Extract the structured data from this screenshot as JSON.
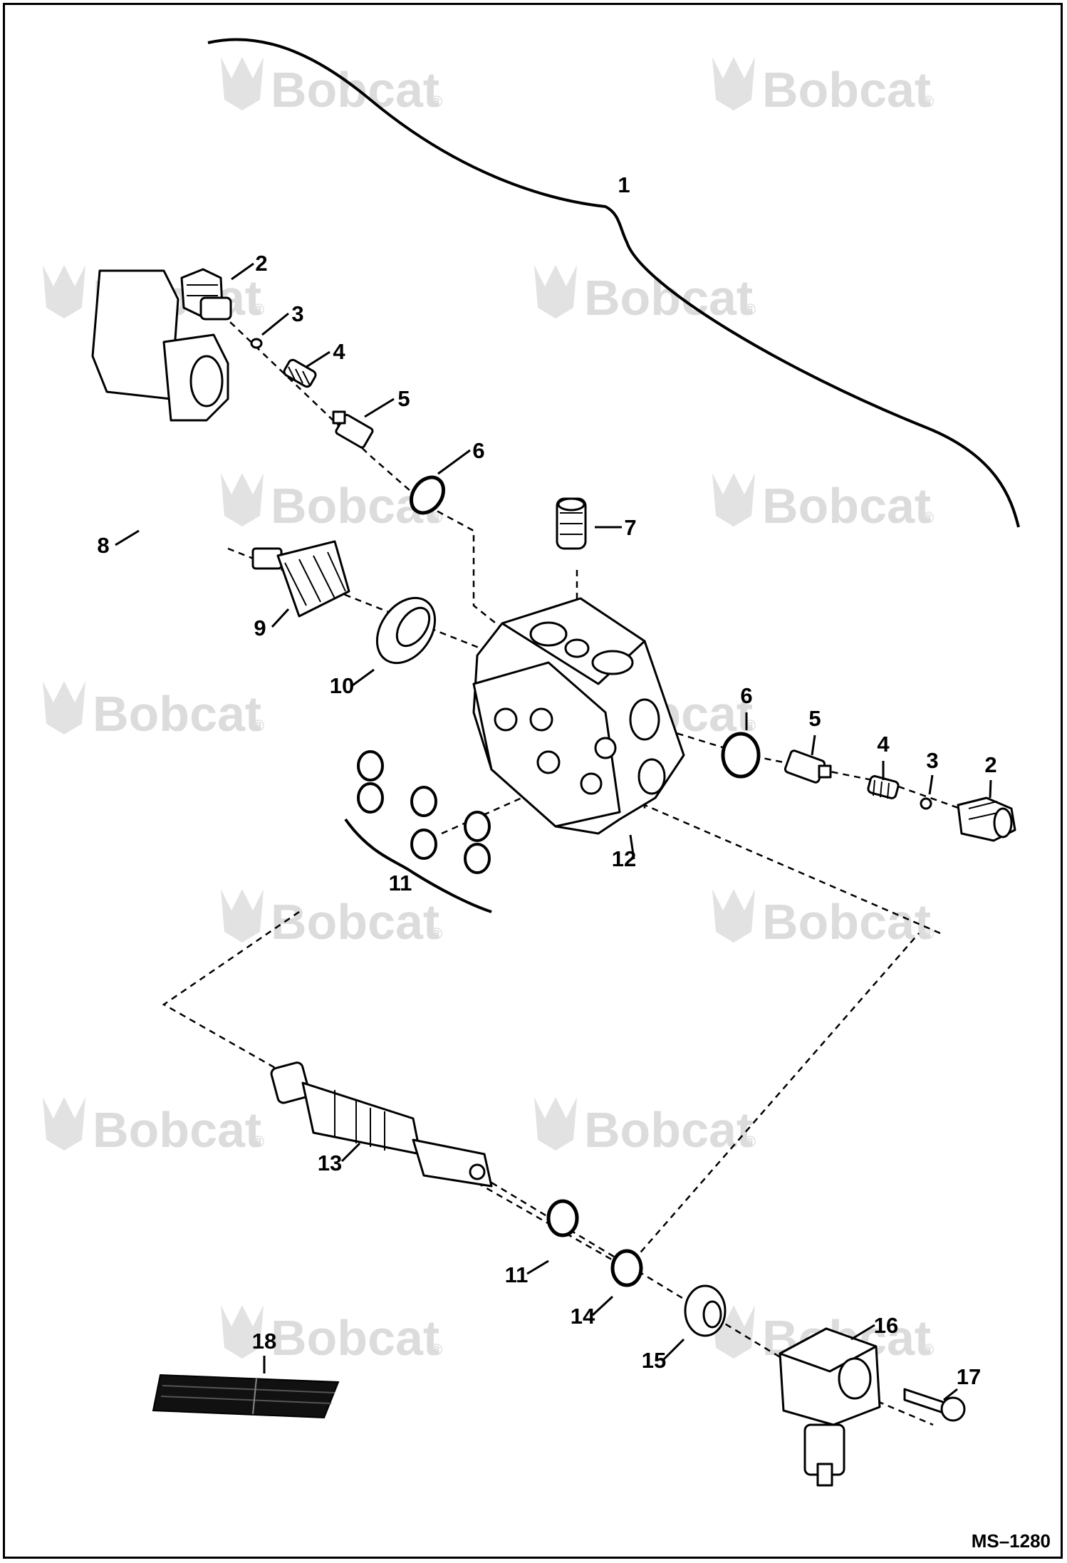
{
  "watermark": {
    "brand": "Bobcat",
    "mark": "®"
  },
  "drawing_id": "MS–1280",
  "callouts": [
    "1",
    "2",
    "3",
    "4",
    "5",
    "6",
    "7",
    "8",
    "9",
    "10",
    "11",
    "12",
    "6",
    "5",
    "4",
    "3",
    "2",
    "11",
    "13",
    "11",
    "14",
    "15",
    "16",
    "17",
    "18"
  ]
}
